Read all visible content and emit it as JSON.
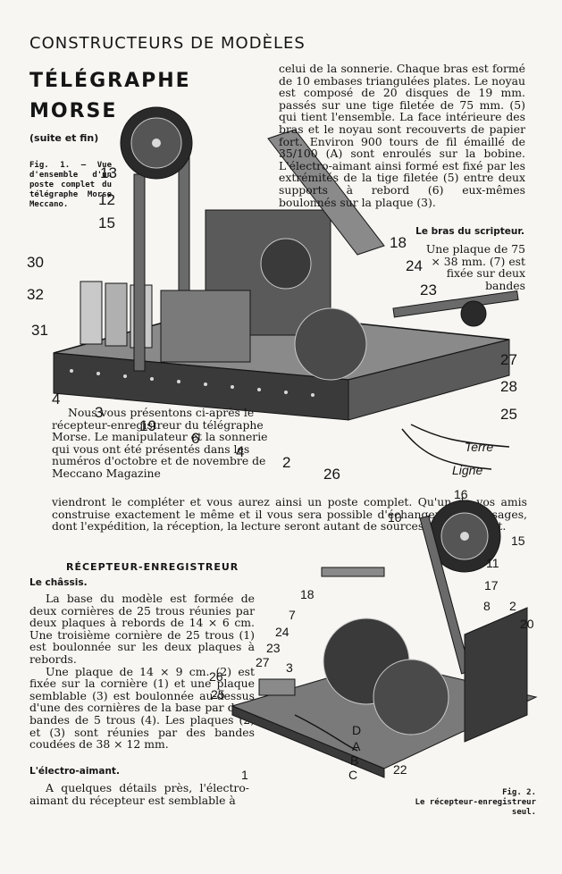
{
  "header": {
    "section_title": "CONSTRUCTEURS DE MODÈLES",
    "title_line1": "TÉLÉGRAPHE",
    "title_line2": "MORSE",
    "subtitle": "(suite et fin)"
  },
  "figure1": {
    "caption": "Fig. 1. — Vue d'ensemble d'un poste complet du télégraphe Morse Meccano.",
    "labels": [
      "13",
      "12",
      "15",
      "30",
      "32",
      "31",
      "4",
      "3",
      "19",
      "6",
      "4",
      "2",
      "26",
      "18",
      "24",
      "23",
      "27",
      "28",
      "25"
    ],
    "wire_labels": [
      "Terre",
      "Ligne"
    ]
  },
  "top_column": {
    "text": "celui de la sonnerie. Chaque bras est formé de 10 embases triangulées plates. Le noyau est composé de 20 disques de 19 mm. passés sur une tige filetée de 75 mm. (5) qui tient l'ensemble. La face intérieure des bras et le noyau sont recouverts de papier fort. Environ 900 tours de fil émaillé de 35/100 (A) sont enroulés sur la bobine. L'électro-aimant ainsi formé est fixé par les extrémités de la tige filetée (5) entre deux supports à rebord (6) eux-mêmes boulonnés sur la plaque (3)."
  },
  "bras": {
    "heading": "Le bras du scripteur.",
    "text": "Une plaque de 75 × 38 mm. (7) est fixée sur deux bandes"
  },
  "intro": {
    "text_short": "Nous vous présentons ci-après le récepteur-enregistreur du télégraphe Morse. Le manipulateur et la sonnerie qui vous ont été présentés dans les numéros d'octobre et de novembre de Meccano Magazine",
    "text_long": "viendront le compléter et vous aurez ainsi un poste complet. Qu'un de vos amis construise exactement le même et il vous sera possible d'échanger des messages, dont l'expédition, la réception, la lecture seront autant de sources d'amusement."
  },
  "recepteur": {
    "heading": "RÉCEPTEUR-ENREGISTREUR",
    "chassis_heading": "Le châssis.",
    "chassis_p1": "La base du modèle est formée de deux cornières de 25 trous réunies par deux plaques à rebords de 14 × 6 cm. Une troisième cornière de 25 trous (1) est boulonnée sur les deux plaques à rebords.",
    "chassis_p2": "Une plaque de 14 × 9 cm. (2) est fixée sur la cornière (1) et une plaque semblable (3) est boulonnée au-dessus d'une des cornières de la base par deux bandes de 5 trous (4). Les plaques (2) et (3) sont réunies par des bandes coudées de 38 × 12 mm.",
    "electro_heading": "L'électro-aimant.",
    "electro_text": "A quelques détails près, l'électro-aimant du récepteur est semblable à"
  },
  "figure2": {
    "caption_line1": "Fig. 2.",
    "caption_line2": "Le récepteur-enregistreur seul.",
    "labels": [
      "16",
      "10",
      "15",
      "11",
      "17",
      "18",
      "7",
      "8",
      "2",
      "20",
      "24",
      "23",
      "3",
      "26",
      "27",
      "25",
      "D",
      "A",
      "B",
      "C",
      "1",
      "22"
    ]
  },
  "colors": {
    "paper": "#f7f6f2",
    "ink": "#151515",
    "metal_dark": "#2a2a2a",
    "metal_mid": "#7a7a7a",
    "metal_light": "#c9c9c9"
  }
}
